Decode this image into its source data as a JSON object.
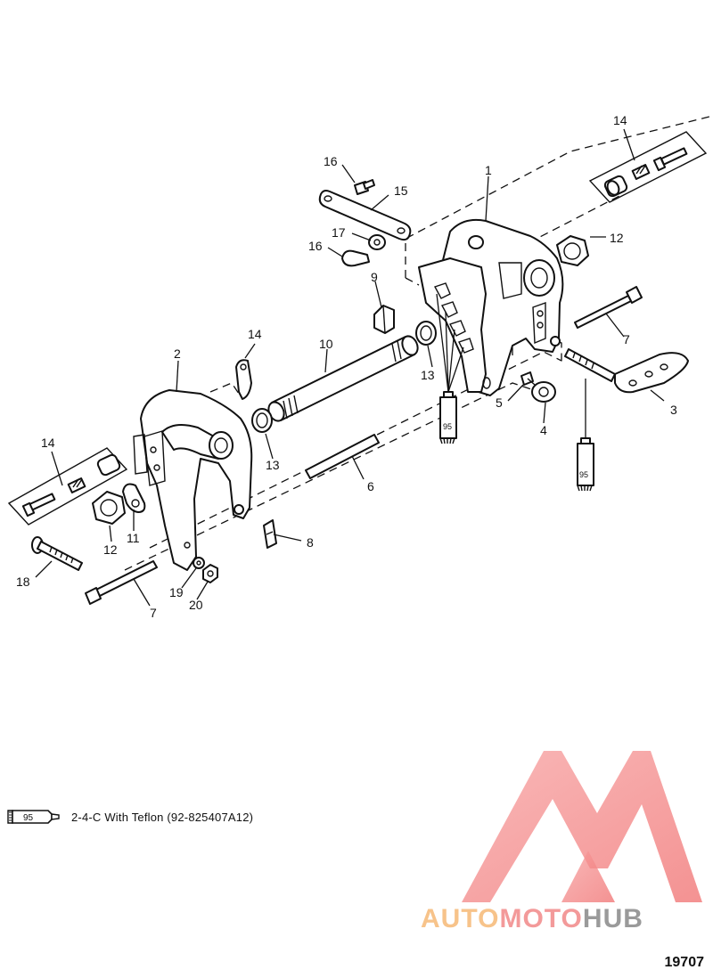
{
  "diagram": {
    "callouts": {
      "c1": "1",
      "c2": "2",
      "c3": "3",
      "c4": "4",
      "c5": "5",
      "c6": "6",
      "c7a": "7",
      "c7b": "7",
      "c8": "8",
      "c9": "9",
      "c10": "10",
      "c11": "11",
      "c12a": "12",
      "c12b": "12",
      "c13a": "13",
      "c13b": "13",
      "c14a": "14",
      "c14b": "14",
      "c14c": "14",
      "c15": "15",
      "c16a": "16",
      "c16b": "16",
      "c17": "17",
      "c18": "18",
      "c19": "19",
      "c20": "20"
    },
    "tube_labels": {
      "t1": "95",
      "t2": "95"
    }
  },
  "legend": {
    "tube_label": "95",
    "text": "2-4-C  With Teflon (92-825407A12)"
  },
  "figure_number": "19707",
  "watermark": {
    "word_a": "AUTO",
    "word_b": "MOTO",
    "word_c": "HUB",
    "colors": {
      "a": "#f7c38a",
      "b": "#f39a9a",
      "c": "#9a9a9a"
    }
  }
}
